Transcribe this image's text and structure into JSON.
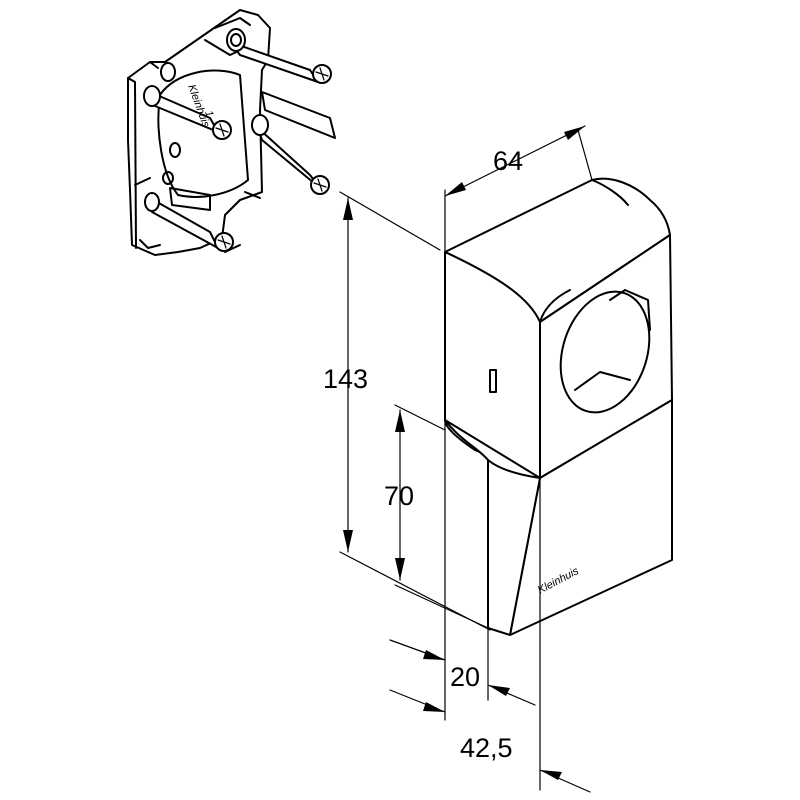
{
  "dimensions": {
    "width_top": "64",
    "height_total": "143",
    "height_lower": "70",
    "depth_lower": "20",
    "depth_total": "42,5"
  },
  "labels": {
    "brand_housing": "Kleinhuis",
    "brand_plate_line1": "Kleinhuis",
    "brand_plate_line2": "1"
  },
  "colors": {
    "line": "#000000",
    "background": "#ffffff"
  }
}
